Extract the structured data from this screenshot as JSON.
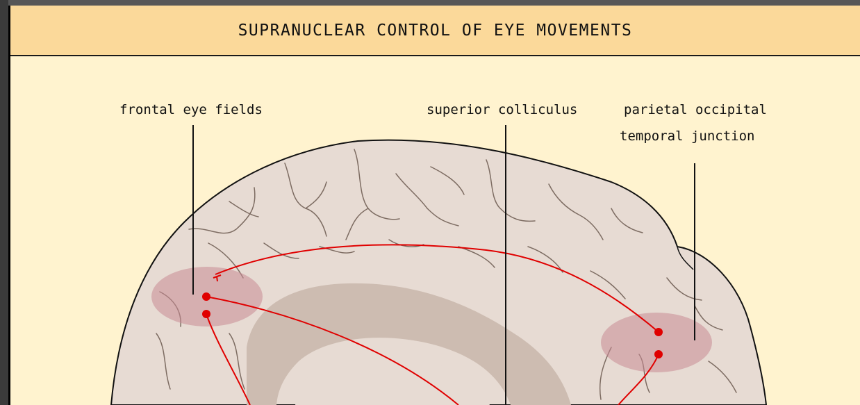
{
  "title": "SUPRANUCLEAR CONTROL OF EYE MOVEMENTS",
  "labels": {
    "frontal_eye_fields": "frontal eye fields",
    "superior_colliculus": "superior colliculus",
    "poj_line1": "parietal occipital",
    "poj_line2": "temporal junction"
  },
  "colors": {
    "background": "#fff3cf",
    "title_bar": "#fbd99a",
    "brain": "#e7dbd3",
    "sulci": "#7a6a60",
    "ventricle": "#cfbfb4",
    "highlight_region": "#c98a94",
    "pathway": "#e00000"
  }
}
